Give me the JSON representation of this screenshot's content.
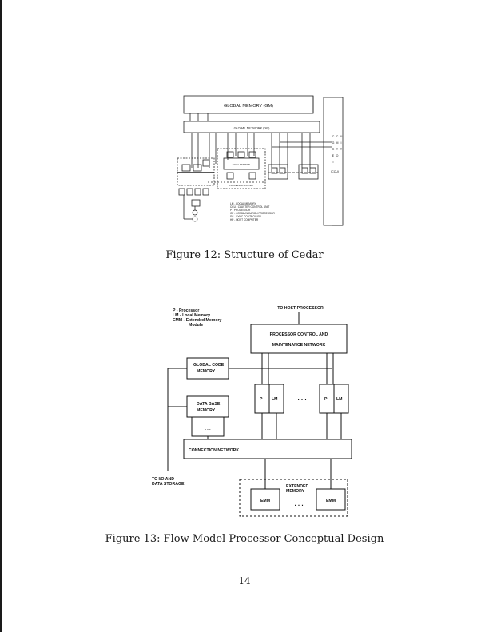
{
  "figure12": {
    "caption": "Figure 12: Structure of Cedar",
    "global_memory_label": "GLOBAL MEMORY (GM)",
    "global_network_label": "GLOBAL NETWORK (GN)",
    "local_network_label": "LOCAL NETWORK",
    "processor_cluster_label": "PROCESSOR CLUSTER",
    "side_label_letters": [
      "C",
      "C",
      "U",
      "",
      "G",
      "M",
      "I",
      "",
      "R",
      "T",
      "T",
      "",
      "E",
      "O",
      "",
      "I",
      "",
      "(CCU)"
    ],
    "legend": [
      "LM - LOCAL MEMORY",
      "CCU - CLUSTER CONTROL UNIT",
      "P - PROCESSOR",
      "CP - COMMUNICATION PROCESSOR",
      "SC - SYNC CONTROLLER",
      "HP - HOST COMPUTER"
    ]
  },
  "figure13": {
    "caption": "Figure 13: Flow Model Processor Conceptual Design",
    "legend": [
      "P - Processor",
      "LM - Local Memory",
      "EMM - Extended Memory",
      "Module"
    ],
    "to_host": "TO HOST PROCESSOR",
    "pcmn_line1": "PROCESSOR CONTROL AND",
    "pcmn_line2": "MAINTENANCE NETWORK",
    "global_code_line1": "GLOBAL CODE",
    "global_code_line2": "MEMORY",
    "database_line1": "DATA BASE",
    "database_line2": "MEMORY",
    "ellipsis": ". . .",
    "connection_network": "CONNECTION NETWORK",
    "p_label": "P",
    "lm_label": "LM",
    "io_line1": "TO I/O AND",
    "io_line2": "DATA STORAGE",
    "ext_mem_line1": "EXTENDED",
    "ext_mem_line2": "MEMORY",
    "emm_label": "EMM"
  },
  "page_number": "14"
}
